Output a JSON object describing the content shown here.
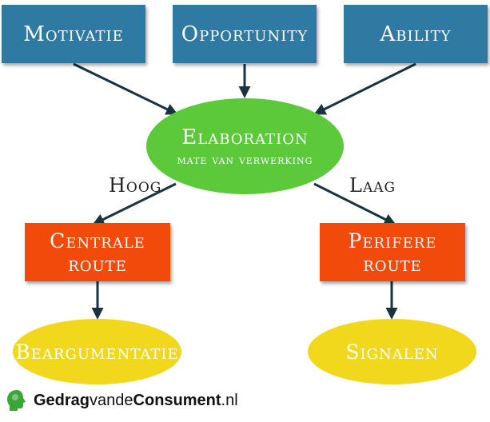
{
  "nodes": {
    "motivatie": "Motivatie",
    "opportunity": "Opportunity",
    "ability": "Ability",
    "elaboration_title": "Elaboration",
    "elaboration_sub": "mate van verwerking",
    "centrale": "Centrale route",
    "perifere": "Perifere route",
    "beargumentatie": "Beargumentatie",
    "signalen": "Signalen"
  },
  "edges": {
    "hoog": "Hoog",
    "laag": "Laag"
  },
  "logo": {
    "part1": "Gedrag",
    "part2": "vande",
    "part3": "Consument",
    "part4": ".nl"
  },
  "colors": {
    "box_blue": "#2f7aa3",
    "box_red": "#f24a0a",
    "ellipse_green": "#5bc93a",
    "ellipse_yellow": "#f2d81c",
    "arrow": "#17343f",
    "logo_green": "#3aa639"
  }
}
